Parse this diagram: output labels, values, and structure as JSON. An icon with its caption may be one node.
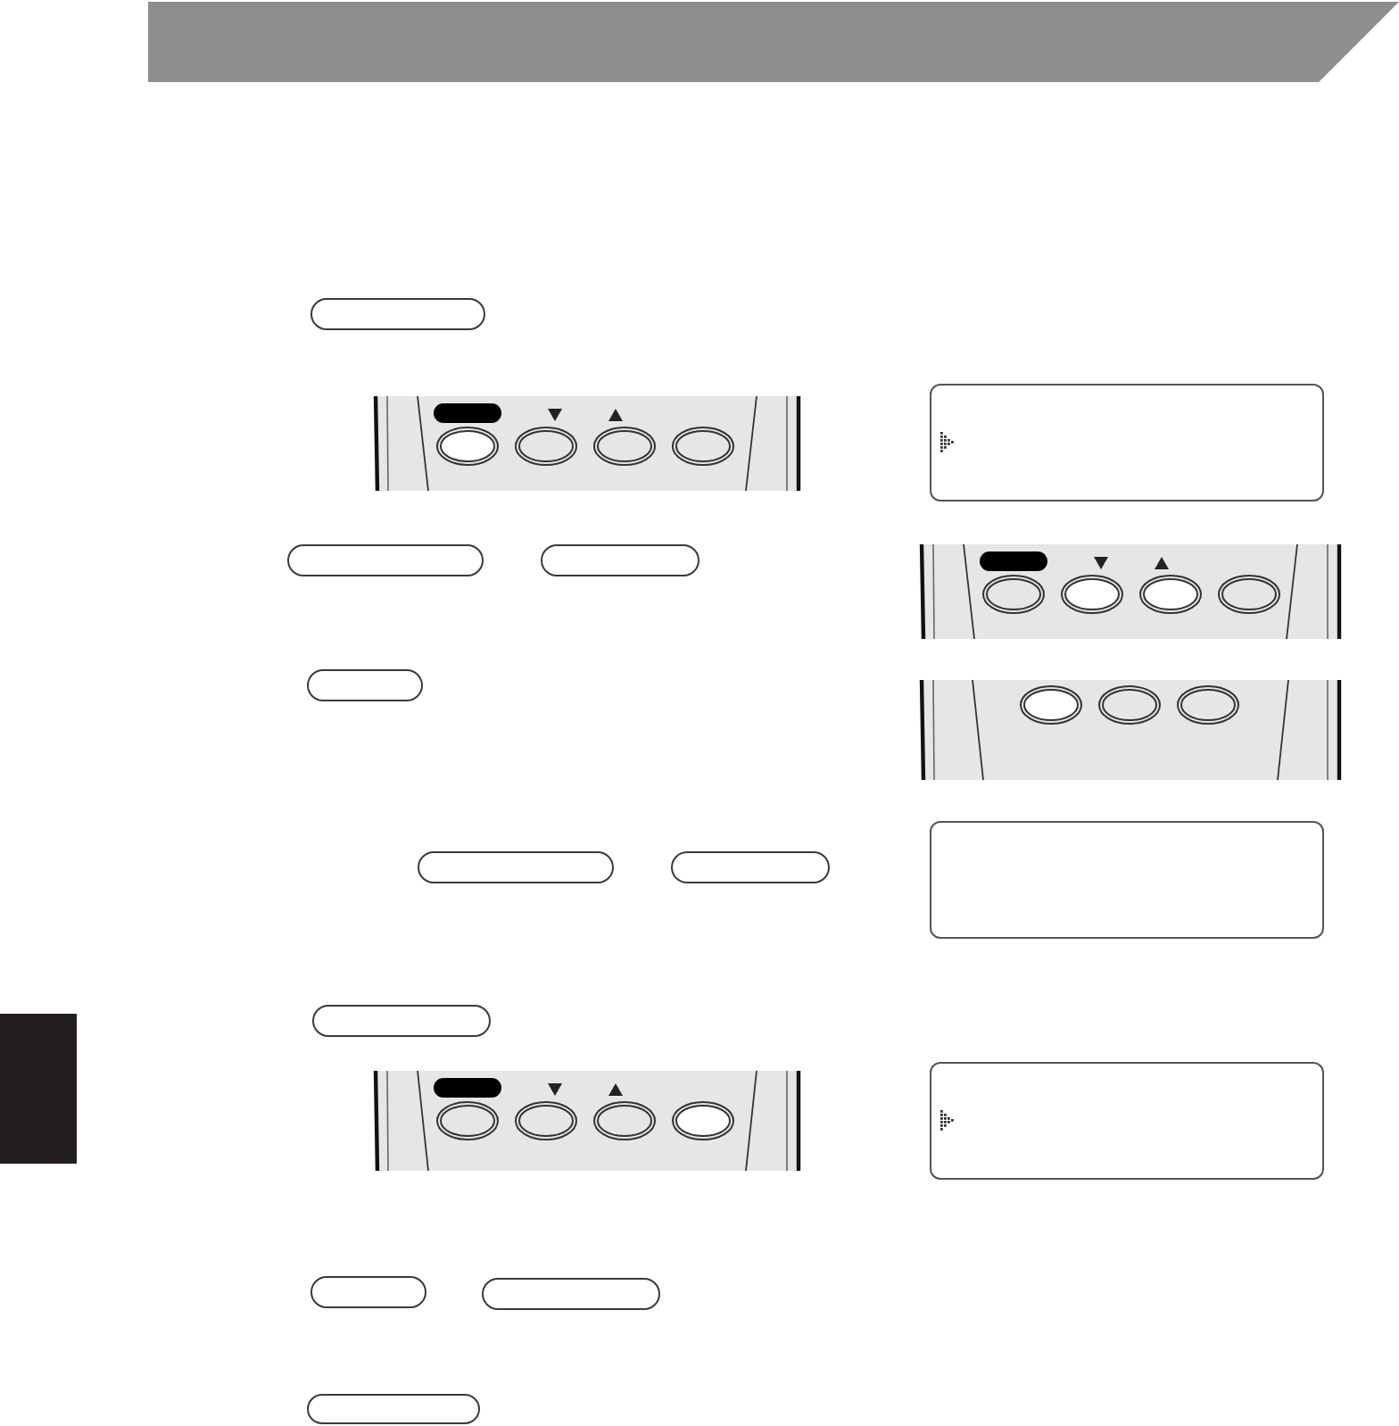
{
  "diagram": {
    "nodes": [
      {
        "text": [],
        "shape": "pill"
      },
      {
        "text": [],
        "shape": "box"
      },
      {
        "text": [],
        "shape": "pill"
      },
      {
        "text": [],
        "shape": "pill"
      },
      {
        "text": [],
        "shape": "pill"
      },
      {
        "text": [],
        "shape": "pill"
      },
      {
        "text": [],
        "shape": "pill"
      },
      {
        "text": [],
        "shape": "box"
      },
      {
        "text": [],
        "shape": "bar"
      },
      {
        "text": [],
        "shape": "pill"
      },
      {
        "text": [],
        "shape": "box"
      },
      {
        "text": [],
        "shape": "pill"
      },
      {
        "text": [],
        "shape": "pill"
      },
      {
        "text": [],
        "shape": "pill"
      }
    ]
  }
}
